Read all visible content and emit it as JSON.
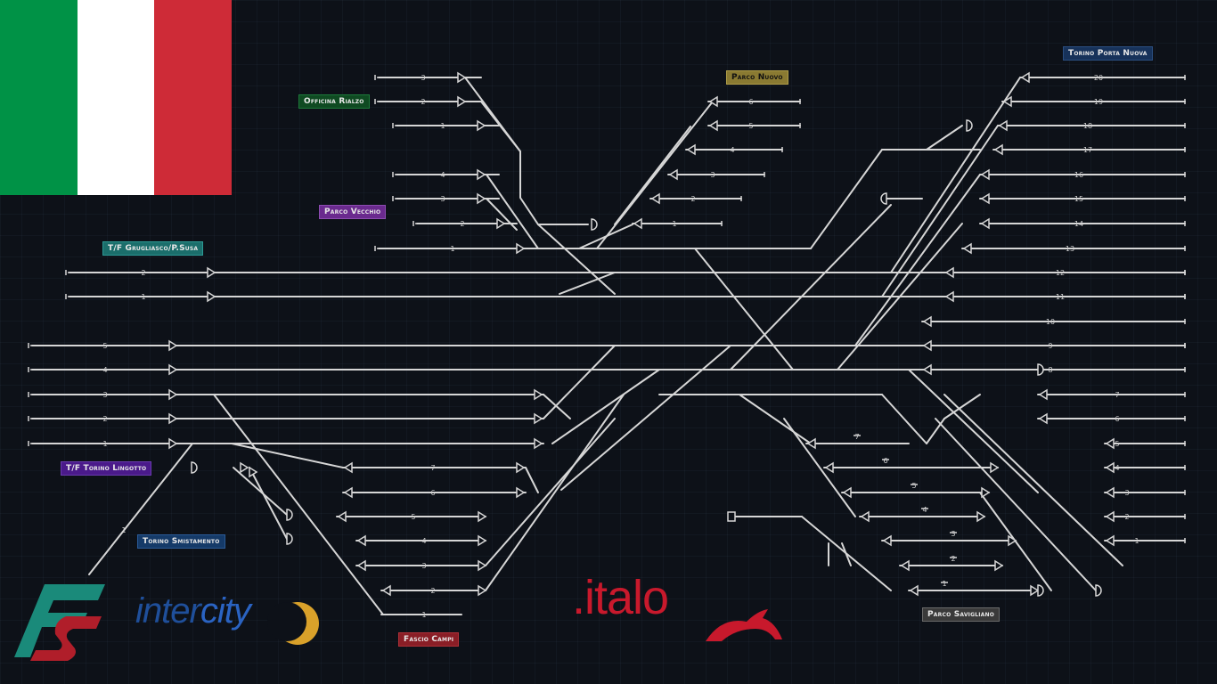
{
  "colors": {
    "background": "#0d1118",
    "track": "#d6d6d6",
    "flag_green": "#009246",
    "flag_white": "#ffffff",
    "flag_red": "#ce2b37",
    "italo_red": "#c8192c",
    "intercity_blue": "#1f4f9a",
    "fs_green": "#1a8a7a",
    "fs_red": "#b01e2a"
  },
  "labels": {
    "officina_rialzo": "Officina Rialzo",
    "parco_vecchio": "Parco Vecchio",
    "tf_grugliasco": "T/F Grugliasco/P.Susa",
    "tf_lingotto": "T/F Torino Lingotto",
    "torino_smistamento": "Torino Smistamento",
    "parco_nuovo": "Parco Nuovo",
    "torino_porta_nuova": "Torino Porta Nuova",
    "fascio_campi": "Fascio Campi",
    "parco_savigliano": "Parco Savigliano"
  },
  "track_numbers": {
    "rialzo": [
      "3",
      "2",
      "1"
    ],
    "vecchio": [
      "4",
      "3",
      "2",
      "1"
    ],
    "grugliasco": [
      "2",
      "1"
    ],
    "lingotto": [
      "5",
      "4",
      "3",
      "2",
      "1"
    ],
    "smistamento": [
      "1"
    ],
    "nuovo": [
      "6",
      "5",
      "4",
      "3",
      "2",
      "1"
    ],
    "porta_nuova": [
      "20",
      "19",
      "18",
      "17",
      "16",
      "15",
      "14",
      "13",
      "12",
      "11",
      "10",
      "9",
      "8",
      "7",
      "6",
      "5",
      "4",
      "3",
      "2",
      "1"
    ],
    "campi": [
      "7",
      "6",
      "5",
      "4",
      "3",
      "2",
      "1"
    ],
    "savigliano": [
      "7",
      "6",
      "5",
      "4",
      "3",
      "2",
      "1"
    ]
  },
  "logos": {
    "italo": ".italo",
    "intercity_a": "inter",
    "intercity_b": "city"
  },
  "icons": {
    "flag": "italy-flag-icon",
    "fs": "fs-logo-icon",
    "sun": "sun-icon",
    "italo_hare": "hare-icon"
  }
}
